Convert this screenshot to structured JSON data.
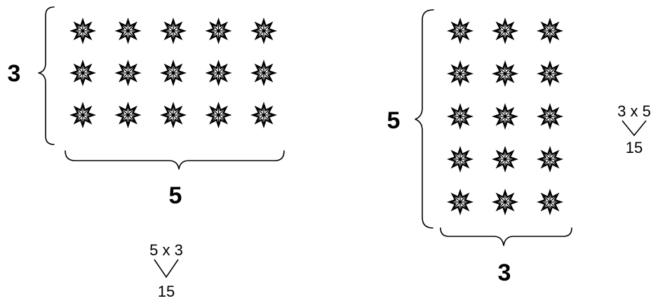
{
  "arrays": [
    {
      "id": "left",
      "rows": 3,
      "cols": 5,
      "row_label": "3",
      "col_label": "5",
      "expression": "5 x 3",
      "product": "15"
    },
    {
      "id": "right",
      "rows": 5,
      "cols": 3,
      "row_label": "5",
      "col_label": "3",
      "expression": "3 x 5",
      "product": "15"
    }
  ],
  "icon": "eight-point-star-icon"
}
